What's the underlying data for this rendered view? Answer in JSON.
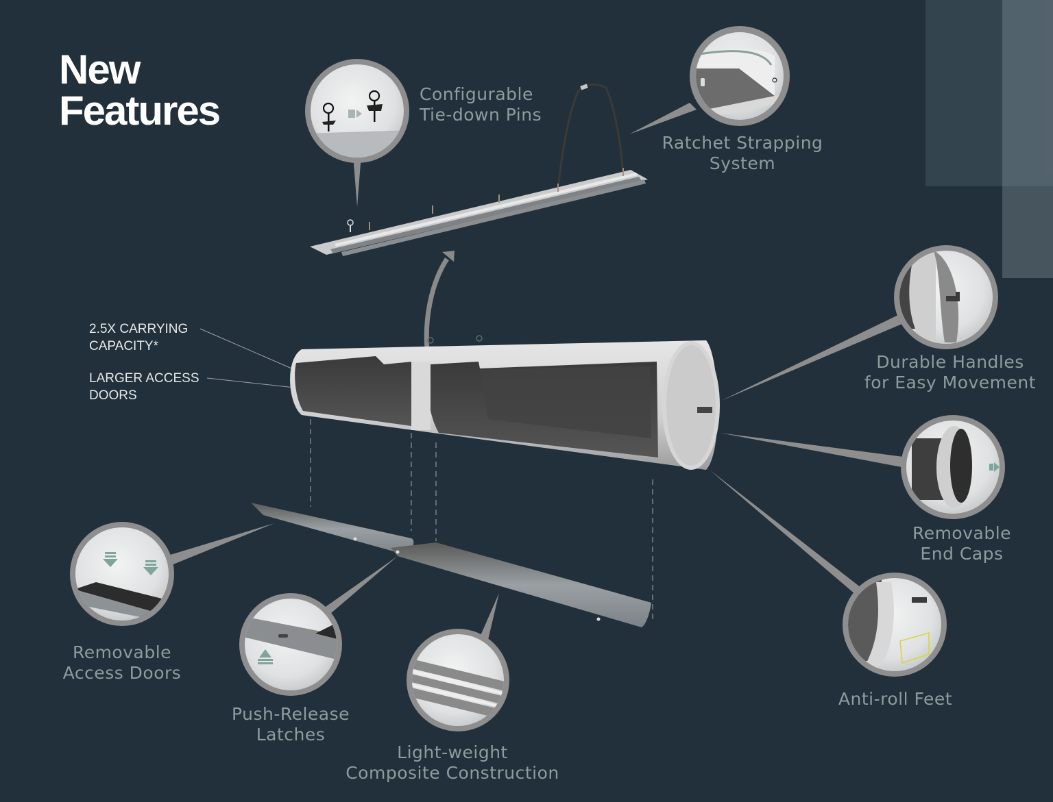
{
  "title": {
    "line1": "New",
    "line2": "Features"
  },
  "annotations": [
    {
      "id": "capacity",
      "line1": "2.5X CARRYING",
      "line2": "CAPACITY*"
    },
    {
      "id": "doors",
      "line1": "LARGER ACCESS",
      "line2": "DOORS"
    }
  ],
  "features": {
    "tie_down": {
      "line1": "Configurable",
      "line2": "Tie-down Pins",
      "icon": "tie-down-pin-icon"
    },
    "ratchet": {
      "line1": "Ratchet Strapping",
      "line2": "System",
      "icon": "ratchet-strap-icon"
    },
    "handles": {
      "line1": "Durable Handles",
      "line2": "for Easy Movement",
      "icon": "handle-icon"
    },
    "end_caps": {
      "line1": "Removable",
      "line2": "End Caps",
      "icon": "end-cap-icon"
    },
    "anti_roll": {
      "line1": "Anti-roll Feet",
      "icon": "anti-roll-foot-icon"
    },
    "access_doors": {
      "line1": "Removable",
      "line2": "Access Doors",
      "icon": "access-door-icon"
    },
    "latches": {
      "line1": "Push-Release",
      "line2": "Latches",
      "icon": "latch-icon"
    },
    "composite": {
      "line1": "Light-weight",
      "line2": "Composite Construction",
      "icon": "composite-layers-icon"
    }
  },
  "colors": {
    "background": "#22303b",
    "label": "#8d9c9d",
    "title": "#ffffff",
    "callout_ring": "#8e8e8e",
    "accent_arrow": "#6f9c92",
    "highlight_outline": "#d8d640"
  }
}
